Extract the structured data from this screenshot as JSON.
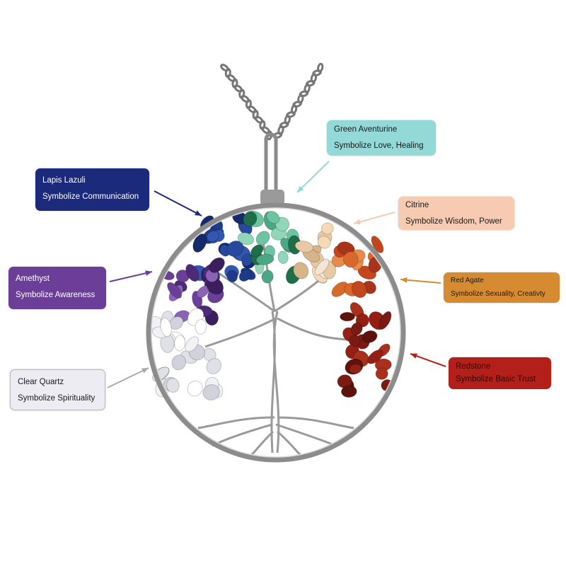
{
  "labels": {
    "lapis": {
      "name": "Lapis Lazuli",
      "meaning": "Symbolize Communication",
      "color": "#1b2a7a",
      "text_color": "#ffffff"
    },
    "aventurine": {
      "name": "Green Aventurine",
      "meaning": "Symbolize Love, Healing",
      "color": "#92d9d8",
      "text_color": "#1a1a1a"
    },
    "citrine": {
      "name": "Citrine",
      "meaning": "Symbolize Wisdom, Power",
      "color": "#f6cbb2",
      "text_color": "#1a1a1a"
    },
    "amethyst": {
      "name": "Amethyst",
      "meaning": "Symbolize Awareness",
      "color": "#6b3f98",
      "text_color": "#ffffff"
    },
    "red_agate": {
      "name": "Red Agate",
      "meaning": "Symbolize Sexuality, Creativty",
      "color": "#d78b30",
      "text_color": "#1a1a1a"
    },
    "clear_quartz": {
      "name": "Clear Quartz",
      "meaning": "Symbolize Spirituality",
      "color": "#ececf2",
      "text_color": "#1a1a1a"
    },
    "redstone": {
      "name": "Redstone",
      "meaning": "Symbolize Basic Trust",
      "color": "#b3201a",
      "text_color": "#2a0a08"
    }
  }
}
